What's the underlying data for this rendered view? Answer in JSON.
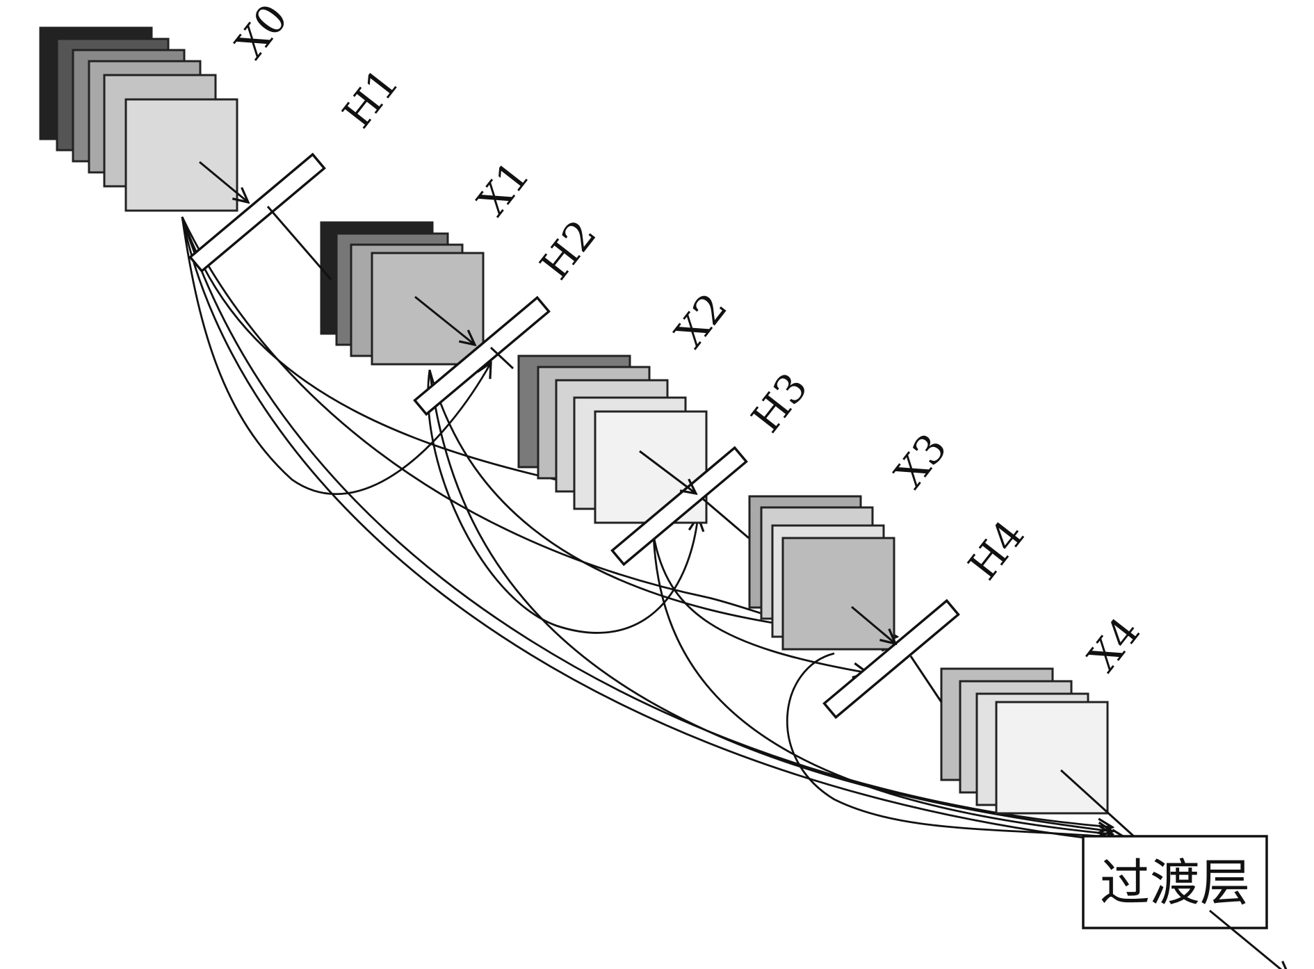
{
  "diagram": {
    "feature_maps": [
      {
        "name": "X0",
        "fills": [
          "#222222",
          "#555555",
          "#888888",
          "#a8a8a8",
          "#c4c4c4",
          "#dadada"
        ]
      },
      {
        "name": "X1",
        "fills": [
          "#222222",
          "#777777",
          "#a8a8a8",
          "#bdbdbd"
        ]
      },
      {
        "name": "X2",
        "fills": [
          "#7a7a7a",
          "#bdbdbd",
          "#d4d4d4",
          "#e4e4e4",
          "#f2f2f2"
        ]
      },
      {
        "name": "X3",
        "fills": [
          "#aaaaaa",
          "#cfcfcf",
          "#e2e2e2",
          "#bbbbbb"
        ]
      },
      {
        "name": "X4",
        "fills": [
          "#bdbdbd",
          "#cfcfcf",
          "#e2e2e2",
          "#f2f2f2"
        ]
      }
    ],
    "layers": [
      "H1",
      "H2",
      "H3",
      "H4"
    ],
    "transition_label": "过渡层"
  }
}
